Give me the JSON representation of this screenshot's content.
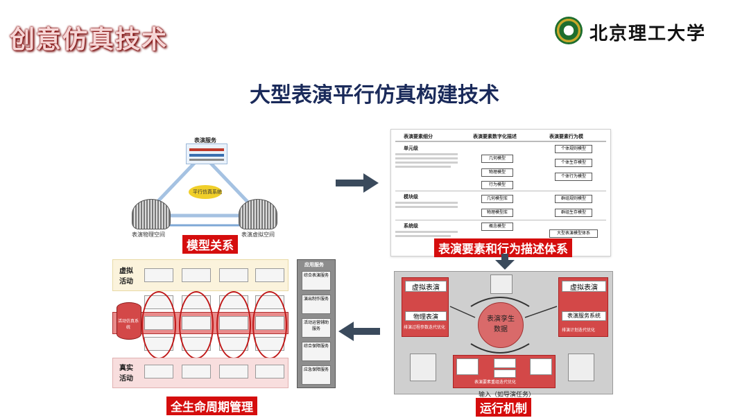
{
  "header": {
    "section_title": "创意仿真技术",
    "university_name": "北京理工大学"
  },
  "main_title": "大型表演平行仿真构建技术",
  "panels": {
    "model_relation": {
      "caption": "模型关系",
      "top_node": "表演服务",
      "center_node": "平行仿真系统",
      "left_label": "表演物理空间",
      "right_label": "表演虚拟空间"
    },
    "description_system": {
      "caption": "表演要素和行为描述体系",
      "columns": [
        "表演要素细分",
        "表演要素数字化描述",
        "表演要素行为模"
      ],
      "rows": [
        "单元级",
        "模块级",
        "系统级"
      ],
      "boxes": [
        "几何模型",
        "物理模型",
        "行为模型",
        "个体规则模型",
        "个体生存模型",
        "个体行为模型",
        "几何模型库",
        "物理模型库",
        "群组规则模型",
        "群组生存模型",
        "概念模型",
        "大型表演模型体系"
      ]
    },
    "run_mechanism": {
      "caption": "运行机制",
      "left_virtual": "虚拟表演",
      "left_physical": "物理表演",
      "right_virtual": "虚拟表演",
      "right_service": "表演服务系统",
      "center": "表演孪生数据",
      "input_label": "输入（如导演任务）",
      "left_optimize": "排演过程参数迭代优化",
      "right_optimize": "排演计划迭代优化",
      "bottom_optimize": "表演要素重组迭代优化"
    },
    "lifecycle": {
      "caption": "全生命周期管理",
      "virtual_activity": "虚拟活动",
      "real_activity": "真实活动",
      "system_label": "活动仿真系统",
      "app_service": "应用服务",
      "app_items": [
        "综合表演服务",
        "演出制作服务",
        "活动运营辅助服务",
        "综合保障服务",
        "应急保障服务"
      ]
    }
  },
  "colors": {
    "accent_red": "#d50d0d",
    "title_navy": "#1a2a5a",
    "arrow_gray": "#3a4a5c"
  }
}
